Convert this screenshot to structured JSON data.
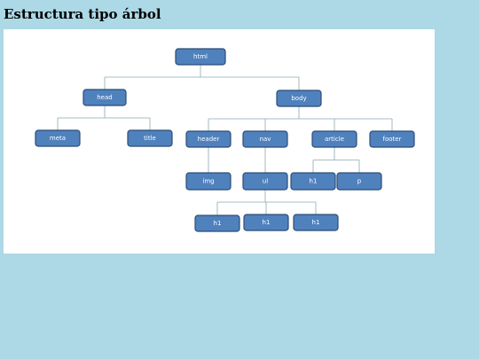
{
  "page": {
    "title": "Estructura tipo árbol"
  },
  "colors": {
    "background": "#add8e6",
    "panel": "#ffffff",
    "node_fill": "#4f81bd",
    "node_border": "#2c4d75",
    "connector": "#8aa8b3",
    "node_text": "#ffffff"
  },
  "tree": {
    "nodes": [
      {
        "id": "html",
        "label": "html"
      },
      {
        "id": "head",
        "label": "head"
      },
      {
        "id": "body",
        "label": "body"
      },
      {
        "id": "meta",
        "label": "meta"
      },
      {
        "id": "title",
        "label": "title"
      },
      {
        "id": "header",
        "label": "header"
      },
      {
        "id": "nav",
        "label": "nav"
      },
      {
        "id": "article",
        "label": "article"
      },
      {
        "id": "footer",
        "label": "footer"
      },
      {
        "id": "img",
        "label": "img"
      },
      {
        "id": "ul",
        "label": "ul"
      },
      {
        "id": "article-h1",
        "label": "h1"
      },
      {
        "id": "article-p",
        "label": "p"
      },
      {
        "id": "ul-h1-1",
        "label": "h1"
      },
      {
        "id": "ul-h1-2",
        "label": "h1"
      },
      {
        "id": "ul-h1-3",
        "label": "h1"
      }
    ],
    "edges": [
      {
        "from": "html",
        "to": "head"
      },
      {
        "from": "html",
        "to": "body"
      },
      {
        "from": "head",
        "to": "meta"
      },
      {
        "from": "head",
        "to": "title"
      },
      {
        "from": "body",
        "to": "header"
      },
      {
        "from": "body",
        "to": "nav"
      },
      {
        "from": "body",
        "to": "article"
      },
      {
        "from": "body",
        "to": "footer"
      },
      {
        "from": "header",
        "to": "img"
      },
      {
        "from": "nav",
        "to": "ul"
      },
      {
        "from": "article",
        "to": "article-h1"
      },
      {
        "from": "article",
        "to": "article-p"
      },
      {
        "from": "ul",
        "to": "ul-h1-1"
      },
      {
        "from": "ul",
        "to": "ul-h1-2"
      },
      {
        "from": "ul",
        "to": "ul-h1-3"
      }
    ]
  }
}
